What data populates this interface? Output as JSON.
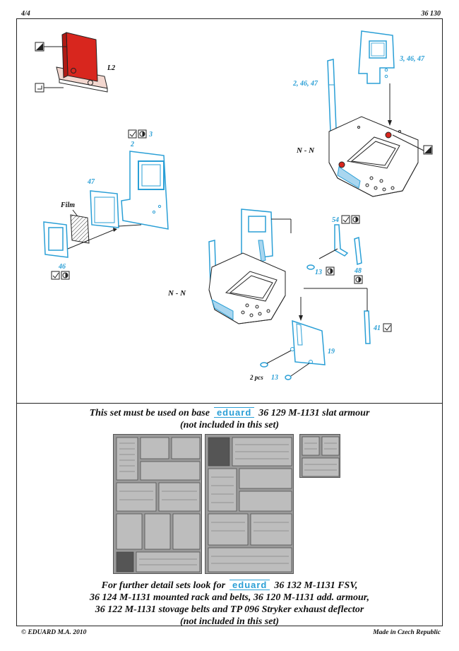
{
  "header": {
    "page": "4/4",
    "code": "36 130"
  },
  "labels": {
    "l2": "L2",
    "p3_46_47": "3, 46, 47",
    "p2_46_47": "2, 46, 47",
    "nn_top": "N - N",
    "p3": "3",
    "p2": "2",
    "p47": "47",
    "film": "Film",
    "p46": "46",
    "p54": "54",
    "p13a": "13",
    "p48": "48",
    "nn_bottom": "N - N",
    "p41": "41",
    "p19": "19",
    "pcs": "2 pcs",
    "p13b": "13"
  },
  "base_note": {
    "prefix": "This set must be used on base",
    "brand": "eduard",
    "suffix": "36 129 M-1131 slat armour",
    "line2": "(not included in this set)"
  },
  "further_note": {
    "prefix": "For further detail sets look for",
    "brand": "eduard",
    "suffix": "36 132 M-1131 FSV,",
    "line2": "36 124 M-1131 mounted rack and belts, 36 120 M-1131 add. armour,",
    "line3": "36 122 M-1131 stovage belts and TP 096 Stryker exhaust deflector",
    "line4": "(not included in this set)"
  },
  "footer": {
    "left": "© EDUARD  M.A. 2010",
    "right": "Made in Czech Republic"
  },
  "colors": {
    "part": "#2a9fd6",
    "red": "#d8261e",
    "brand": "#2a9fd6"
  }
}
